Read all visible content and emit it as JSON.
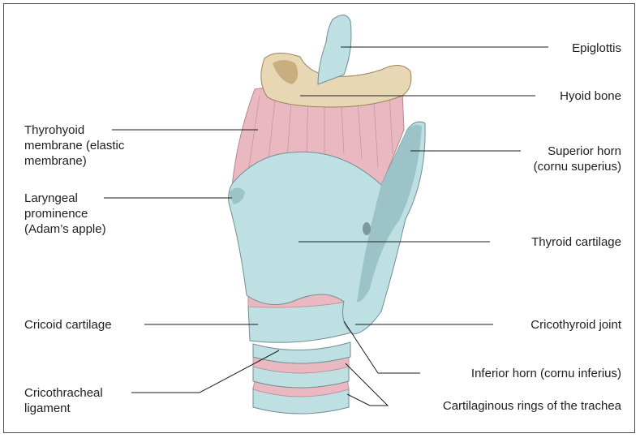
{
  "labels": {
    "epiglottis": "Epiglottis",
    "hyoid_bone": "Hyoid bone",
    "thyrohyoid_membrane": [
      "Thyrohyoid",
      "membrane (elastic",
      "membrane)"
    ],
    "superior_horn": [
      "Superior horn",
      "(cornu superius)"
    ],
    "laryngeal_prominence": [
      "Laryngeal",
      "prominence",
      "(Adam’s apple)"
    ],
    "thyroid_cartilage": "Thyroid cartilage",
    "cricoid_cartilage": "Cricoid cartilage",
    "cricothyroid_joint": "Cricothyroid joint",
    "inferior_horn": "Inferior horn (cornu inferius)",
    "cricotracheal_ligament": [
      "Cricothracheal",
      "ligament"
    ],
    "tracheal_rings": "Cartilaginous rings of the trachea"
  },
  "colors": {
    "cartilage": "#bfe0e2",
    "cartilage_shade": "#9cc4c8",
    "membrane": "#eab8c0",
    "membrane_line": "#c98f99",
    "bone": "#e8d7b5",
    "bone_shade": "#c9ae80"
  }
}
